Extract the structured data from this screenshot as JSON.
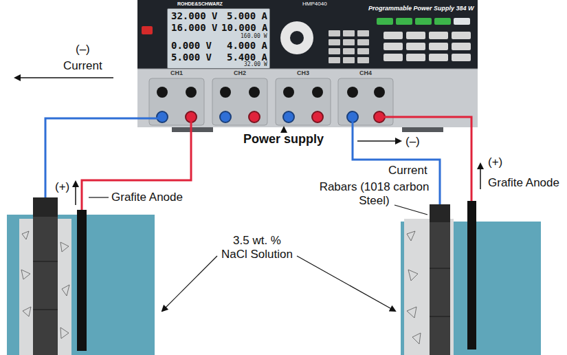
{
  "diagram": {
    "nodes": [
      {
        "text": [
          "ROHDE&SCHWARZ",
          "HMP4040",
          "Programmable Power Supply 384 W"
        ]
      },
      {
        "text": [
          "32.000 V",
          "5.000 A",
          "16.000 V",
          "10.000 A",
          "160.00 W",
          "0.000 V",
          "4.000 A",
          "5.000 V",
          "5.400 A",
          "32.00 W"
        ],
        "in": 0
      }
    ],
    "labels": [
      "(–)",
      "Current",
      "(+)",
      "Grafite Anode",
      "Power supply",
      "3.5 wt. % NaCl Solution",
      "(–)",
      "Current",
      "Rabars (1018 carbon Steel)",
      "(+)",
      "Grafite Anode",
      "CH1",
      "CH2",
      "CH3",
      "CH4"
    ]
  }
}
